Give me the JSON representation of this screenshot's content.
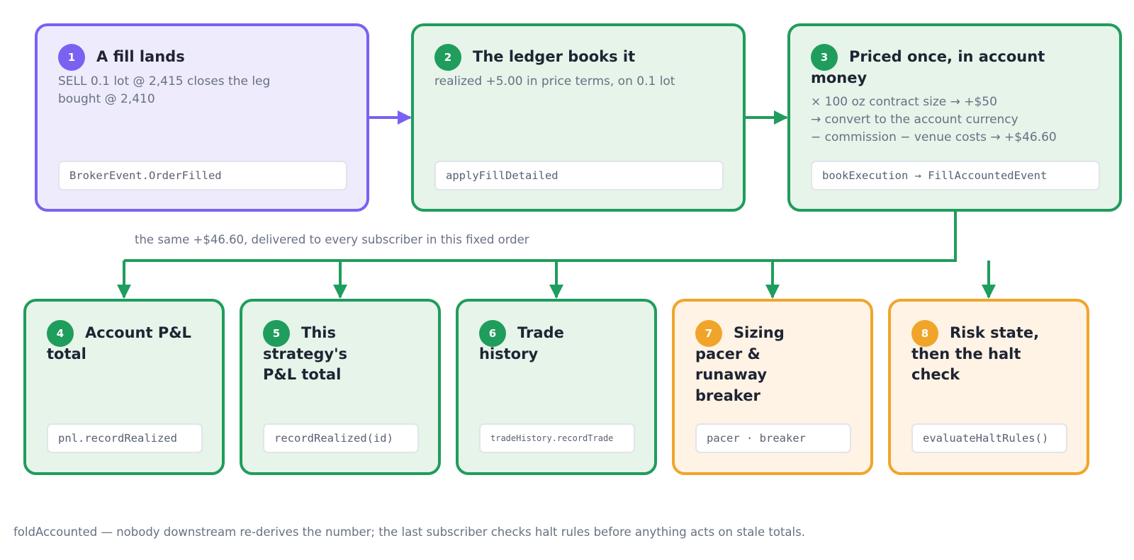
{
  "steps": [
    {
      "num": "1",
      "title": "A fill lands",
      "desc": "SELL 0.1 lot @ 2,415 closes the leg bought @ 2,410",
      "code": "BrokerEvent.OrderFilled"
    },
    {
      "num": "2",
      "title": "The ledger books it",
      "desc": "realized +5.00 in price terms, on 0.1 lot",
      "code": "applyFillDetailed"
    },
    {
      "num": "3",
      "title": "Priced once, in account money",
      "desc_lines": [
        "× 100 oz contract size → +$50",
        "→ convert to the account currency",
        "− commission − venue costs → +$46.60"
      ],
      "code": "bookExecution → FillAccountedEvent"
    },
    {
      "num": "4",
      "title": "Account P&L total",
      "code": "pnl.recordRealized"
    },
    {
      "num": "5",
      "title": "This strategy's P&L total",
      "code": "recordRealized(id)"
    },
    {
      "num": "6",
      "title": "Trade history",
      "code": "tradeHistory.recordTrade"
    },
    {
      "num": "7",
      "title": "Sizing pacer & runaway breaker",
      "code": "pacer · breaker"
    },
    {
      "num": "8",
      "title": "Risk state, then the halt check",
      "code": "evaluateHaltRules()"
    }
  ],
  "fanout_label": "the same +$46.60, delivered to every subscriber in this fixed order",
  "footer": "foldAccounted — nobody downstream re-derives the number; the last subscriber checks halt rules before anything acts on stale totals.",
  "colors": {
    "green": "#1f9d5c",
    "purple": "#7b61f2",
    "orange": "#f0a52a",
    "green_fill": "#e6f4ea",
    "purple_fill": "#eeebfd",
    "orange_fill": "#fef3e4"
  }
}
